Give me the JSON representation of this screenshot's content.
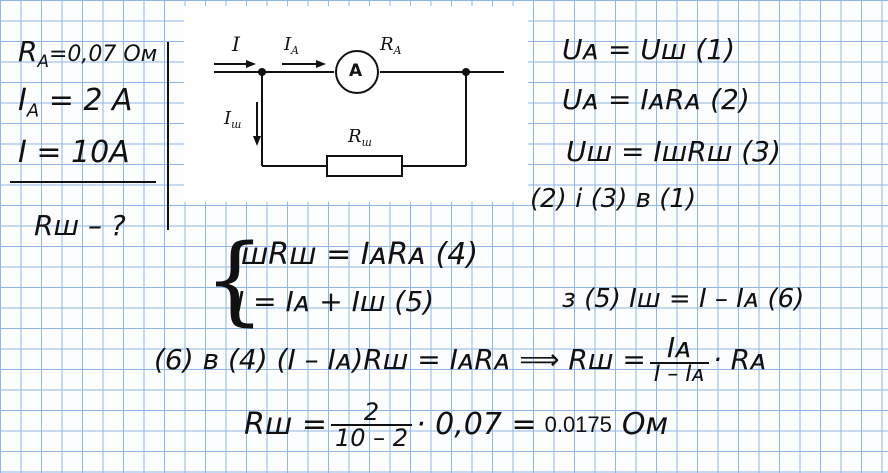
{
  "given": {
    "ra": {
      "sym": "R",
      "sub": "A",
      "val": "=0,07 Ом"
    },
    "ia": {
      "sym": "I",
      "sub": "A",
      "val": " = 2 A"
    },
    "i": {
      "text": "I = 10A"
    },
    "find": {
      "text": "Rш – ?"
    }
  },
  "circuit": {
    "i": "I",
    "ia_sym": "I",
    "ia_sub": "A",
    "ra_sym": "R",
    "ra_sub": "A",
    "ammeter": "A",
    "ish_sym": "I",
    "ish_sub": "ш",
    "rsh_sym": "R",
    "rsh_sub": "ш"
  },
  "equations": {
    "e1": "Uᴀ = Uш  (1)",
    "e2": "Uᴀ = IᴀRᴀ (2)",
    "e3": "Uш = IшRш (3)",
    "e4": "(2) і (3) в (1)"
  },
  "system": {
    "line1": "IшRш = IᴀRᴀ (4)",
    "line2": "I = Iᴀ + Iш  (5)",
    "from5": "з (5) Iш = I – Iᴀ (6)"
  },
  "derivation": {
    "lhs": "(6)  в (4) (I – Iᴀ)Rш = IᴀRᴀ ⟹  Rш =",
    "num": "Iᴀ",
    "den": "I – Iᴀ",
    "tail": "· Rᴀ"
  },
  "result": {
    "lhs": "Rш =",
    "num": "2",
    "den": "10 – 2",
    "mult": "· 0,07 =",
    "value": "0.0175",
    "unit": "Ом"
  }
}
